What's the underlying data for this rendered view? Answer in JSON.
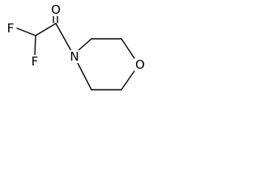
{
  "molecule": {
    "atoms": {
      "oxygen_carbonyl": "O",
      "fluorine_1": "F",
      "fluorine_2": "F",
      "nitrogen": "N",
      "oxygen_ring": "O"
    }
  }
}
